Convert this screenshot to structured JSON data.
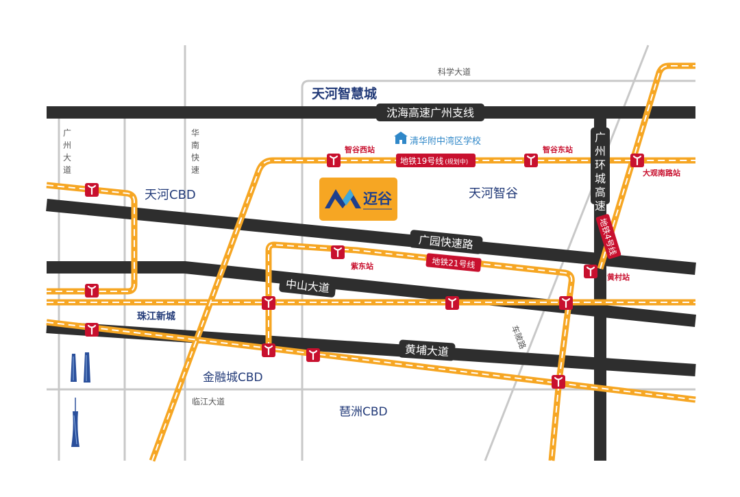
{
  "colors": {
    "highway": "#2e2e2e",
    "road_minor": "#c8c8c8",
    "metro_line": "#f6a623",
    "metro_marker": "#c8102e",
    "district_text": "#223a78",
    "school_text": "#2f87c8",
    "logo_bg": "#f6a623",
    "logo_text": "#1e3f8c"
  },
  "highways": {
    "shenhai": "沈海高速广州支线",
    "guangyuan": "广园快速路",
    "zhongshan": "中山大道",
    "huangpu": "黄埔大道",
    "ring": "广州环城高速"
  },
  "minor_roads": {
    "kexue": "科学大道",
    "guangzhou": "广州大道",
    "huanan": "华南快速",
    "linjiang": "临江大道",
    "chepi": "车陂路"
  },
  "districts": {
    "tianhe_smart_city": "天河智慧城",
    "tianhe_cbd": "天河CBD",
    "tianhe_valley": "天河智谷",
    "zhujiang_newtown": "珠江新城",
    "jinrong_cbd": "金融城CBD",
    "pazhou_cbd": "琶洲CBD"
  },
  "metro_lines": {
    "line19": "地铁19号线",
    "line19_note": "(规划中)",
    "line21": "地铁21号线",
    "line4": "地铁4号线"
  },
  "stations": {
    "zhigu_west": "智谷西站",
    "zhigu_east": "智谷东站",
    "daguan_south": "大观南路站",
    "zidong": "紫东站",
    "huangcun": "黄村站"
  },
  "school": {
    "name": "清华附中湾区学校",
    "icon": "school-building-icon"
  },
  "logo": {
    "text": "迈谷",
    "icon": "m-mountain-logo-icon"
  }
}
